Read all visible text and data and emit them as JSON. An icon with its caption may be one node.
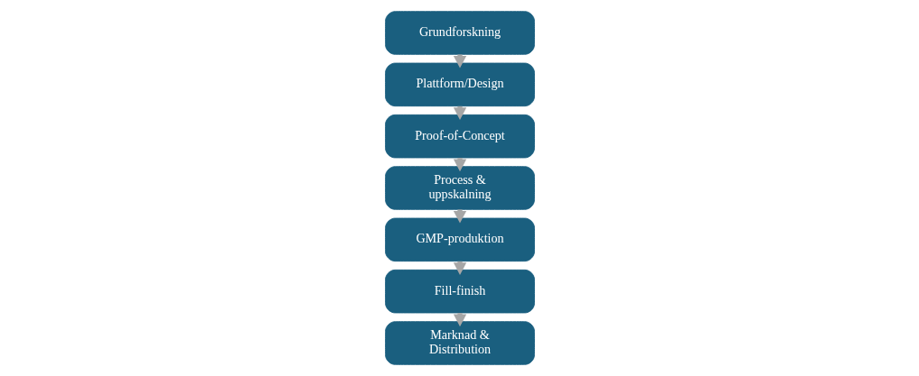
{
  "diagram": {
    "nodes": [
      {
        "text": [
          "Grundforskning"
        ]
      },
      {
        "text": [
          "Plattform/Design"
        ]
      },
      {
        "text": [
          "Proof-of-Concept"
        ]
      },
      {
        "text": [
          "Process & uppskalning"
        ]
      },
      {
        "text": [
          "GMP-produktion"
        ]
      },
      {
        "text": [
          "Fill-finish"
        ]
      },
      {
        "text": [
          "Marknad & Distribution"
        ]
      }
    ],
    "edges": [
      {
        "from": 0,
        "to": 1,
        "arrow": "to"
      },
      {
        "from": 1,
        "to": 2,
        "arrow": "to"
      },
      {
        "from": 2,
        "to": 3,
        "arrow": "to"
      },
      {
        "from": 3,
        "to": 4,
        "arrow": "to"
      },
      {
        "from": 4,
        "to": 5,
        "arrow": "to"
      },
      {
        "from": 5,
        "to": 6,
        "arrow": "to"
      }
    ]
  }
}
